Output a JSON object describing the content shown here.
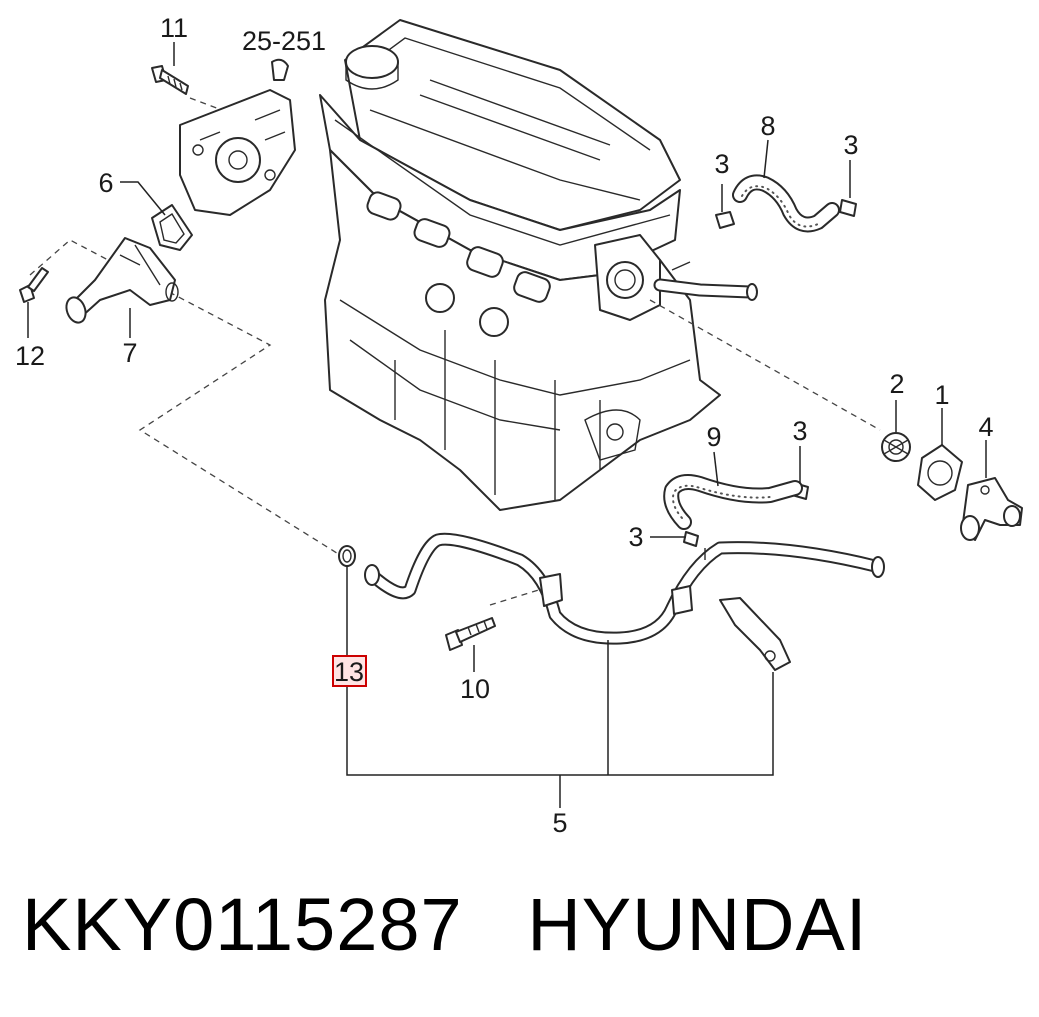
{
  "diagram": {
    "callouts": {
      "c1": "1",
      "c2": "2",
      "c3a": "3",
      "c3b": "3",
      "c3c": "3",
      "c3d": "3",
      "c4": "4",
      "c5": "5",
      "c6": "6",
      "c7": "7",
      "c8": "8",
      "c9": "9",
      "c10": "10",
      "c11": "11",
      "c12": "12",
      "c13": "13",
      "ref": "25-251"
    },
    "highlight_color": "#cc0000",
    "highlighted_callout": "13"
  },
  "footer": {
    "part_number": "KKY0115287",
    "brand": "HYUNDAI"
  }
}
